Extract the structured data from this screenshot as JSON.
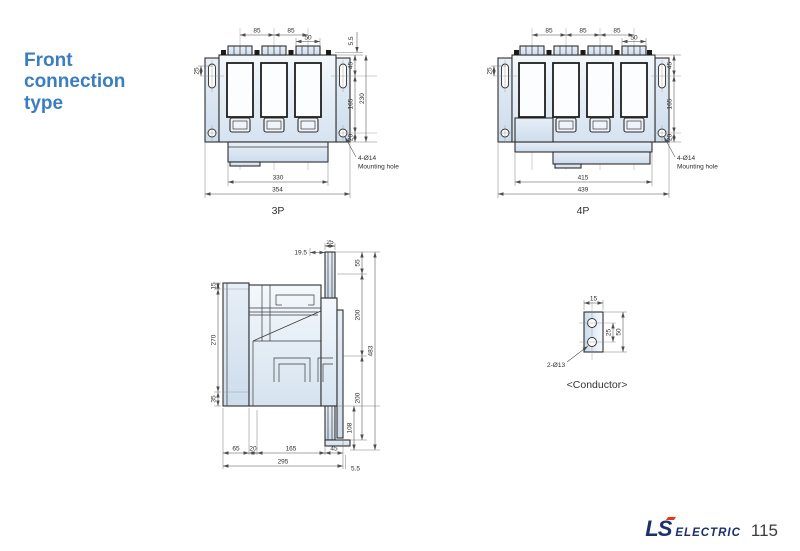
{
  "page": {
    "title_lines": [
      "Front",
      "connection",
      "type"
    ],
    "title_color": "#3a7dc1",
    "footer": {
      "brand_ls": "LS",
      "brand_electric": "ELECTRIC",
      "page_number": "115",
      "brand_color": "#1b2f6e",
      "accent_red": "#e8380d"
    }
  },
  "front_view_3p": {
    "label": "3P",
    "callout_line1": "4-Ø14",
    "callout_line2": "Mounting hole",
    "dims": {
      "pole_pitch_1": "85",
      "pole_pitch_2": "85",
      "terminal_width": "50",
      "top_clearance": "5.5",
      "left_slot_offset": "25",
      "right_upper": "45",
      "right_middle": "165",
      "right_lower": "20",
      "overall_height": "230",
      "mounting_width": "330",
      "overall_width": "354"
    }
  },
  "front_view_4p": {
    "label": "4P",
    "callout_line1": "4-Ø14",
    "callout_line2": "Mounting hole",
    "dims": {
      "pole_pitch_1": "85",
      "pole_pitch_2": "85",
      "pole_pitch_3": "85",
      "terminal_width": "50",
      "left_slot_offset": "25",
      "right_upper": "45",
      "right_middle": "165",
      "right_lower": "20",
      "mounting_width": "415",
      "overall_width": "439"
    }
  },
  "side_view": {
    "dims": {
      "terminal_width": "25",
      "terminal_offset": "19.5",
      "upper_55": "55",
      "upper_200": "200",
      "lower_200": "200",
      "lower_108": "108",
      "overall_height": "483",
      "left_15": "15",
      "left_270": "270",
      "left_35": "35",
      "bottom_65": "65",
      "bottom_20": "20",
      "bottom_165": "165",
      "bottom_45": "45",
      "depth_total": "295",
      "rail_thickness": "5.5"
    }
  },
  "conductor_detail": {
    "caption": "<Conductor>",
    "callout": "2-Ø13",
    "dims": {
      "width": "15",
      "hole_pitch": "25",
      "height": "50"
    }
  }
}
